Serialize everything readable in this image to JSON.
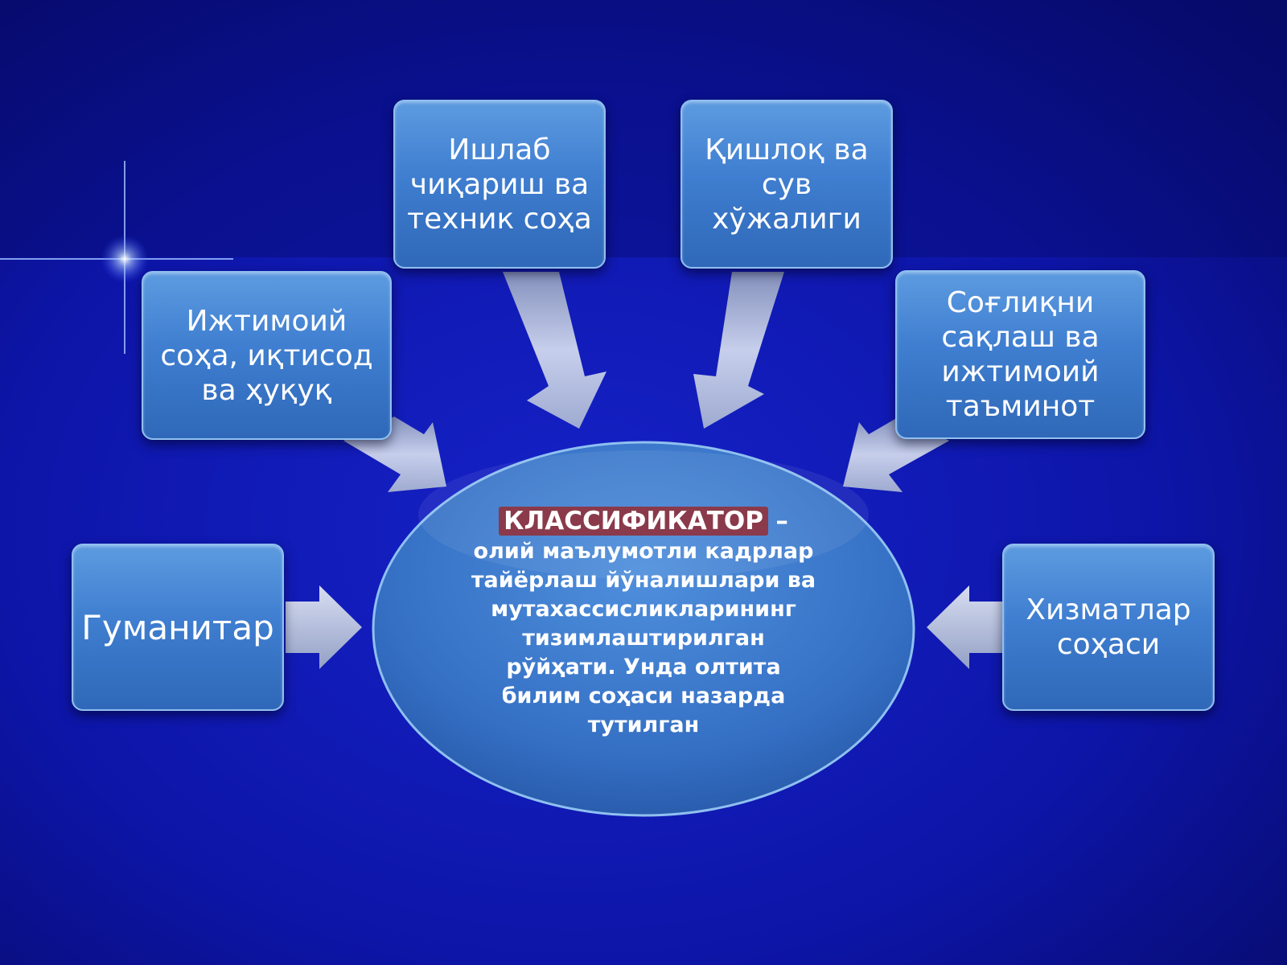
{
  "colors": {
    "background": "#0a0f8c",
    "box_fill": "#3f7ed0",
    "box_border": "#8fc0f0",
    "arrow_fill": "#c5cfe2",
    "title_highlight": "#8a3a4a"
  },
  "center": {
    "title": "КЛАССИФИКАТОР",
    "dash": "–",
    "description": "олий маълумотли кадрлар\nтайёрлаш йўналишлари ва\nмутахассисликларининг\nтизимлаштирилган\nрўйҳати. Унда олтита\nбилим соҳаси назарда\nтутилган"
  },
  "boxes": {
    "production": "Ишлаб\nчиқариш ва\nтехник соҳа",
    "agriculture": "Қишлоқ ва\nсув\nхўжалиги",
    "social": "Ижтимоий\nсоҳа, иқтисод\nва ҳуқуқ",
    "health": "Соғлиқни\nсақлаш ва\nижтимоий\nтаъминот",
    "humanities": "Гуманитар",
    "services": "Хизматлар\nсоҳаси"
  }
}
